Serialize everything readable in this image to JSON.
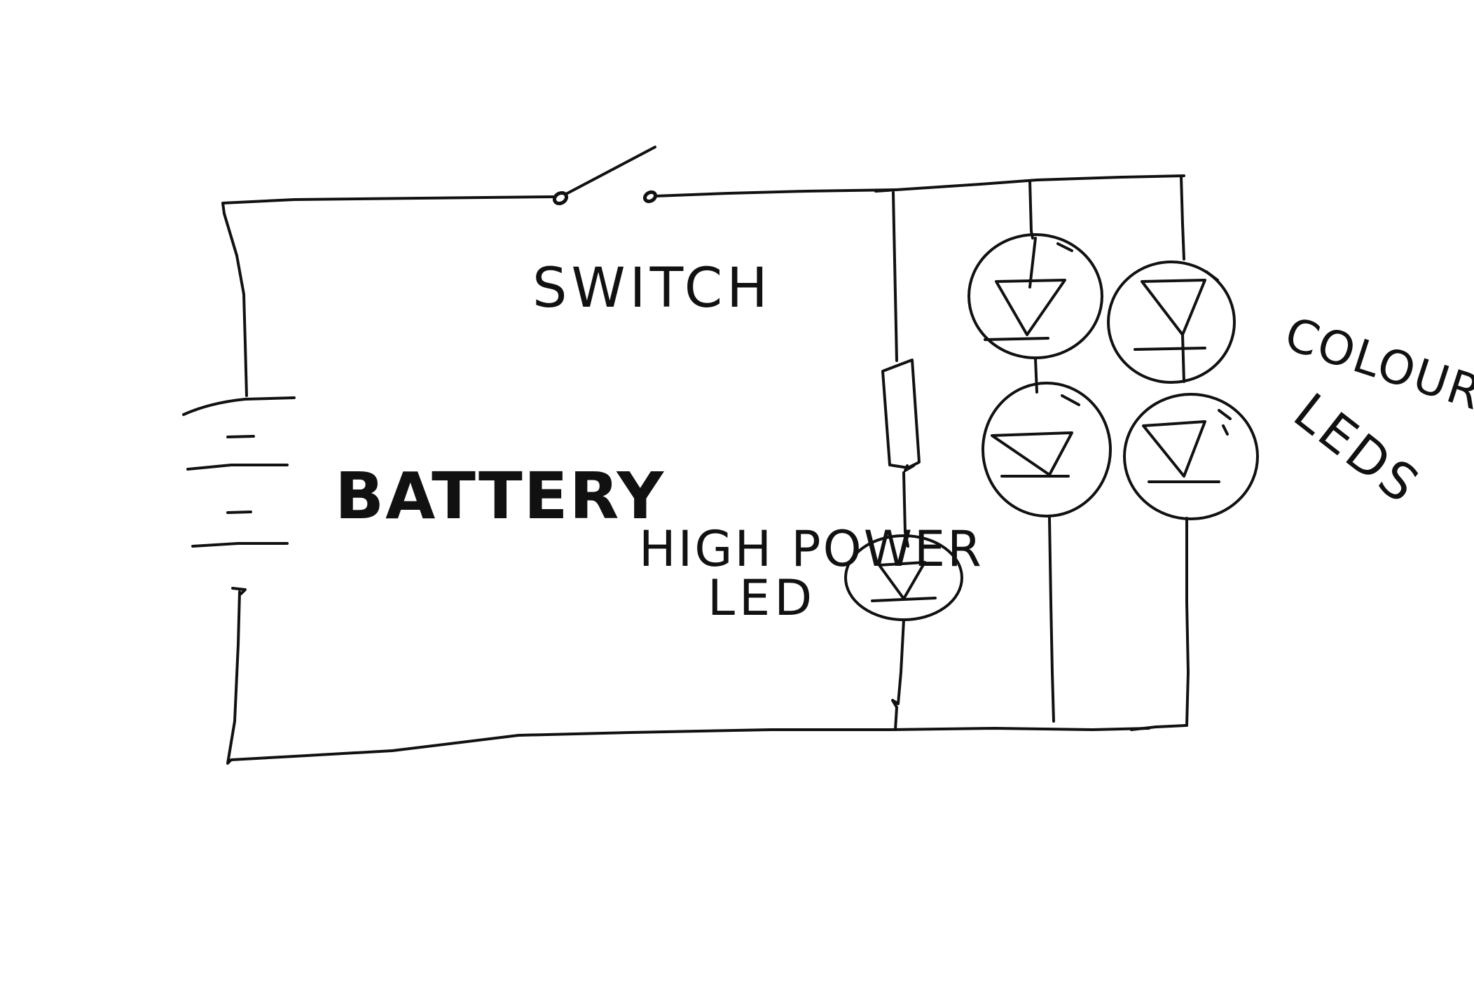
{
  "diagram": {
    "type": "circuit-sketch",
    "colors": {
      "ink": "#111111",
      "background": "#ffffff"
    },
    "labels": {
      "switch": "SWITCH",
      "battery": "BATTERY",
      "high_power_led_line1": "HIGH POWER",
      "high_power_led_line2": "LED",
      "color_leds_line1": "COLOUR",
      "color_leds_line2": "LEDS"
    },
    "components": [
      {
        "id": "battery",
        "kind": "battery",
        "cells": 2
      },
      {
        "id": "switch",
        "kind": "spst-switch",
        "state": "open"
      },
      {
        "id": "resistor",
        "kind": "resistor"
      },
      {
        "id": "high-power-led",
        "kind": "led"
      },
      {
        "id": "colour-led-1",
        "kind": "led",
        "branch": 2
      },
      {
        "id": "colour-led-2",
        "kind": "led",
        "branch": 2
      },
      {
        "id": "colour-led-3",
        "kind": "led",
        "branch": 3
      },
      {
        "id": "colour-led-4",
        "kind": "led",
        "branch": 3
      }
    ]
  }
}
